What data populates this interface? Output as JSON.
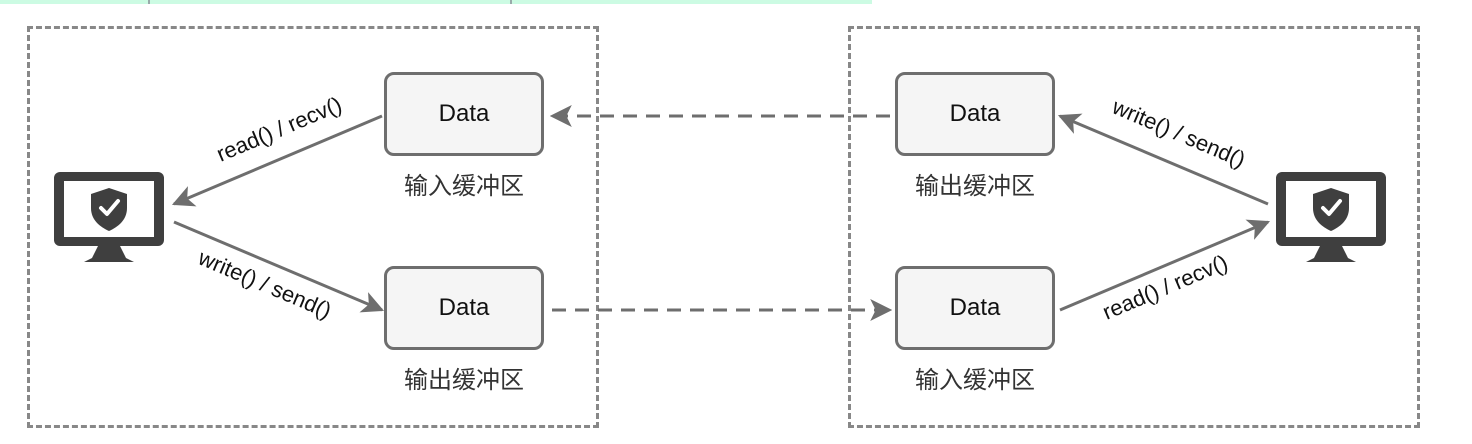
{
  "left_host": {
    "icon": "monitor-shield-icon",
    "input_buffer": {
      "content": "Data",
      "label": "输入缓冲区"
    },
    "output_buffer": {
      "content": "Data",
      "label": "输出缓冲区"
    },
    "read_label": "read() / recv()",
    "write_label": "write() / send()"
  },
  "right_host": {
    "icon": "monitor-shield-icon",
    "output_buffer": {
      "content": "Data",
      "label": "输出缓冲区"
    },
    "input_buffer": {
      "content": "Data",
      "label": "输入缓冲区"
    },
    "write_label": "write() / send()",
    "read_label": "read() / recv()"
  },
  "colors": {
    "line": "#6e6e6e",
    "dash": "#888888",
    "monitor": "#3f3f3f"
  }
}
